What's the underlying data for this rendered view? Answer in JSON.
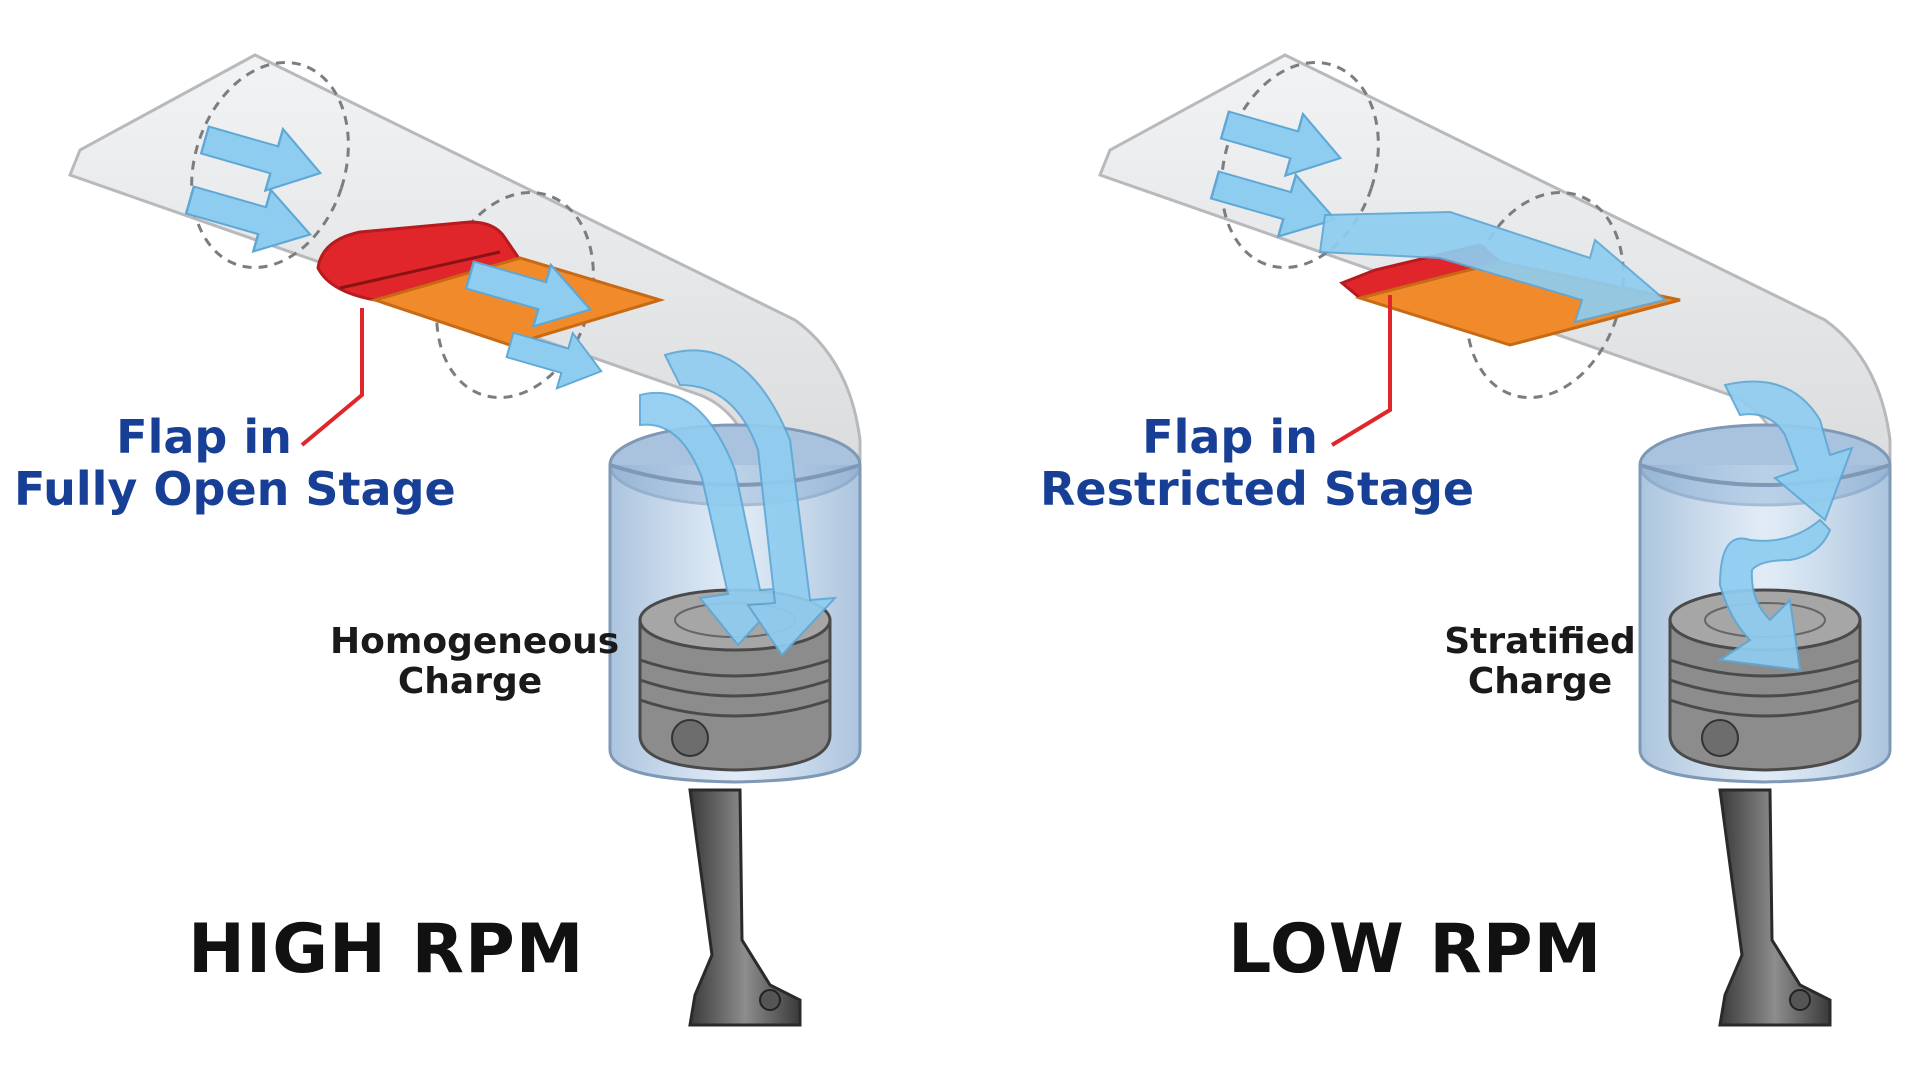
{
  "panels": [
    {
      "id": "high",
      "flap_label_line1": "Flap in",
      "flap_label_line2": "Fully Open Stage",
      "charge_label_line1": "Homogeneous",
      "charge_label_line2": "Charge",
      "rpm_label": "HIGH RPM"
    },
    {
      "id": "low",
      "flap_label_line1": "Flap in",
      "flap_label_line2": "Restricted Stage",
      "charge_label_line1": "Stratified",
      "charge_label_line2": "Charge",
      "rpm_label": "LOW RPM"
    }
  ],
  "colors": {
    "flap_red": "#e0262a",
    "flap_orange": "#f08a2a",
    "airflow_blue": "#8fcdf0",
    "label_blue": "#173f96",
    "leader_red": "#e0262a",
    "intake_grey": "#e6e7e8",
    "cylinder_blue": "#9db9d6",
    "piston_grey": "#8a8a8a"
  }
}
